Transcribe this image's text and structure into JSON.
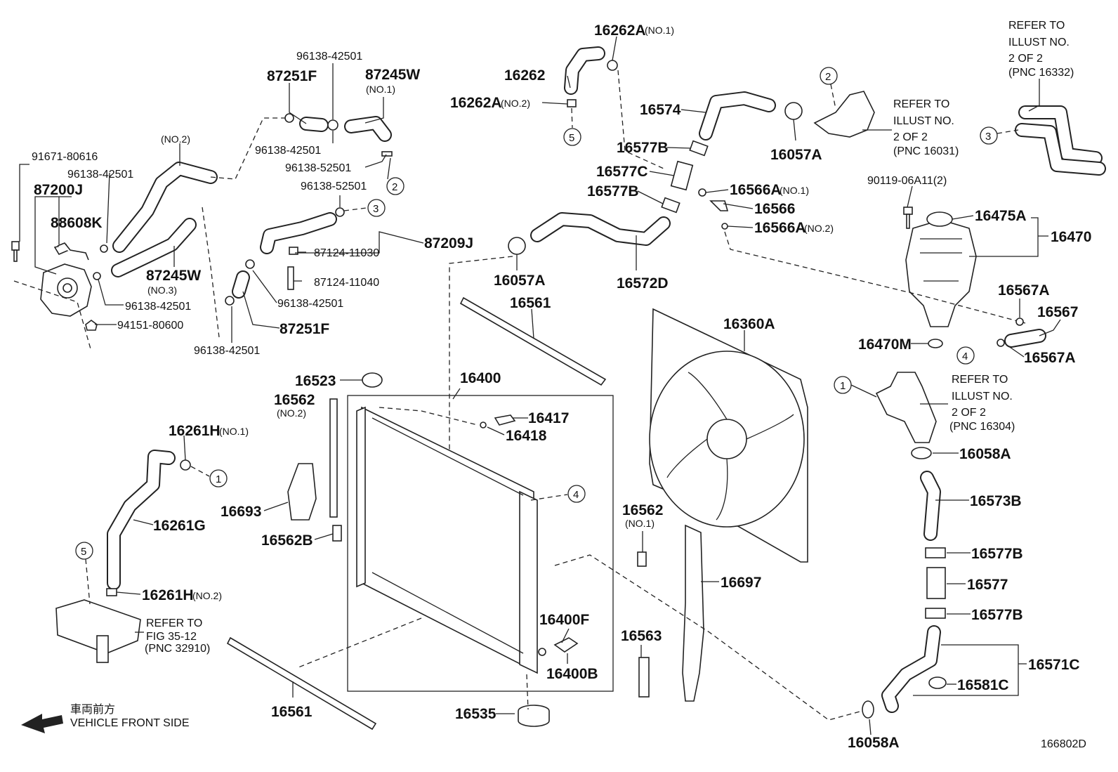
{
  "diagram_code": "166802D",
  "front": {
    "japanese": "車両前方",
    "english": "VEHICLE FRONT SIDE"
  },
  "refs": {
    "r1": {
      "l1": "REFER TO",
      "l2": "ILLUST NO.",
      "l3": "2 OF 2",
      "l4": "(PNC 16332)"
    },
    "r2": {
      "l1": "REFER TO",
      "l2": "ILLUST NO.",
      "l3": "2 OF 2",
      "l4": "(PNC 16031)"
    },
    "r3": {
      "l1": "REFER TO",
      "l2": "ILLUST NO.",
      "l3": "2 OF 2",
      "l4": "(PNC 16304)"
    },
    "r4": {
      "l1": "REFER TO",
      "l2": "FIG 35-12",
      "l3": "(PNC 32910)"
    }
  },
  "circles": {
    "c1": "1",
    "c2": "2",
    "c3": "3",
    "c4": "4",
    "c5": "5"
  },
  "labels": {
    "p16262A_1": "16262A",
    "p16262A_1_note": "(NO.1)",
    "p16262": "16262",
    "p16262A_2": "16262A",
    "p16262A_2_note": "(NO.2)",
    "p16574": "16574",
    "p16577B_top": "16577B",
    "p16577C": "16577C",
    "p16577B_mid": "16577B",
    "p16566A_1": "16566A",
    "p16566A_1_note": "(NO.1)",
    "p16566": "16566",
    "p16566A_2": "16566A",
    "p16566A_2_note": "(NO.2)",
    "p16057A_top": "16057A",
    "p16057A_mid": "16057A",
    "p16572D": "16572D",
    "p16561_top": "16561",
    "p16561_bot": "16561",
    "p16360A": "16360A",
    "p90119": "90119-06A11(2)",
    "p16475A": "16475A",
    "p16470": "16470",
    "p16567A_top": "16567A",
    "p16567": "16567",
    "p16470M": "16470M",
    "p16567A_bot": "16567A",
    "p16058A_top": "16058A",
    "p16573B": "16573B",
    "p16577B_r1": "16577B",
    "p16577": "16577",
    "p16577B_r2": "16577B",
    "p16571C": "16571C",
    "p16581C": "16581C",
    "p16058A_bot": "16058A",
    "p91671": "91671-80616",
    "p96138_a": "96138-42501",
    "p87200J": "87200J",
    "p88608K": "88608K",
    "p96138_b": "96138-42501",
    "p94151": "94151-80600",
    "p96138_top": "96138-42501",
    "p87251F_top": "87251F",
    "p87245W_1": "87245W",
    "p87245W_1_note": "(NO.1)",
    "p96138_c": "96138-42501",
    "p96138_52501_a": "96138-52501",
    "p96138_52501_b": "96138-52501",
    "p_no2": "(NO.2)",
    "p87245W_3": "87245W",
    "p87245W_3_note": "(NO.3)",
    "p87209J": "87209J",
    "p87124_11030": "87124-11030",
    "p87124_11040": "87124-11040",
    "p96138_d": "96138-42501",
    "p87251F_bot": "87251F",
    "p96138_e": "96138-42501",
    "p16523": "16523",
    "p16562_2": "16562",
    "p16562_2_note": "(NO.2)",
    "p16400": "16400",
    "p16417": "16417",
    "p16418": "16418",
    "p16261H_1": "16261H",
    "p16261H_1_note": "(NO.1)",
    "p16693": "16693",
    "p16562B": "16562B",
    "p16261G": "16261G",
    "p16261H_2": "16261H",
    "p16261H_2_note": "(NO.2)",
    "p16400F": "16400F",
    "p16400B": "16400B",
    "p16535": "16535",
    "p16562_1": "16562",
    "p16562_1_note": "(NO.1)",
    "p16697": "16697",
    "p16563": "16563"
  }
}
